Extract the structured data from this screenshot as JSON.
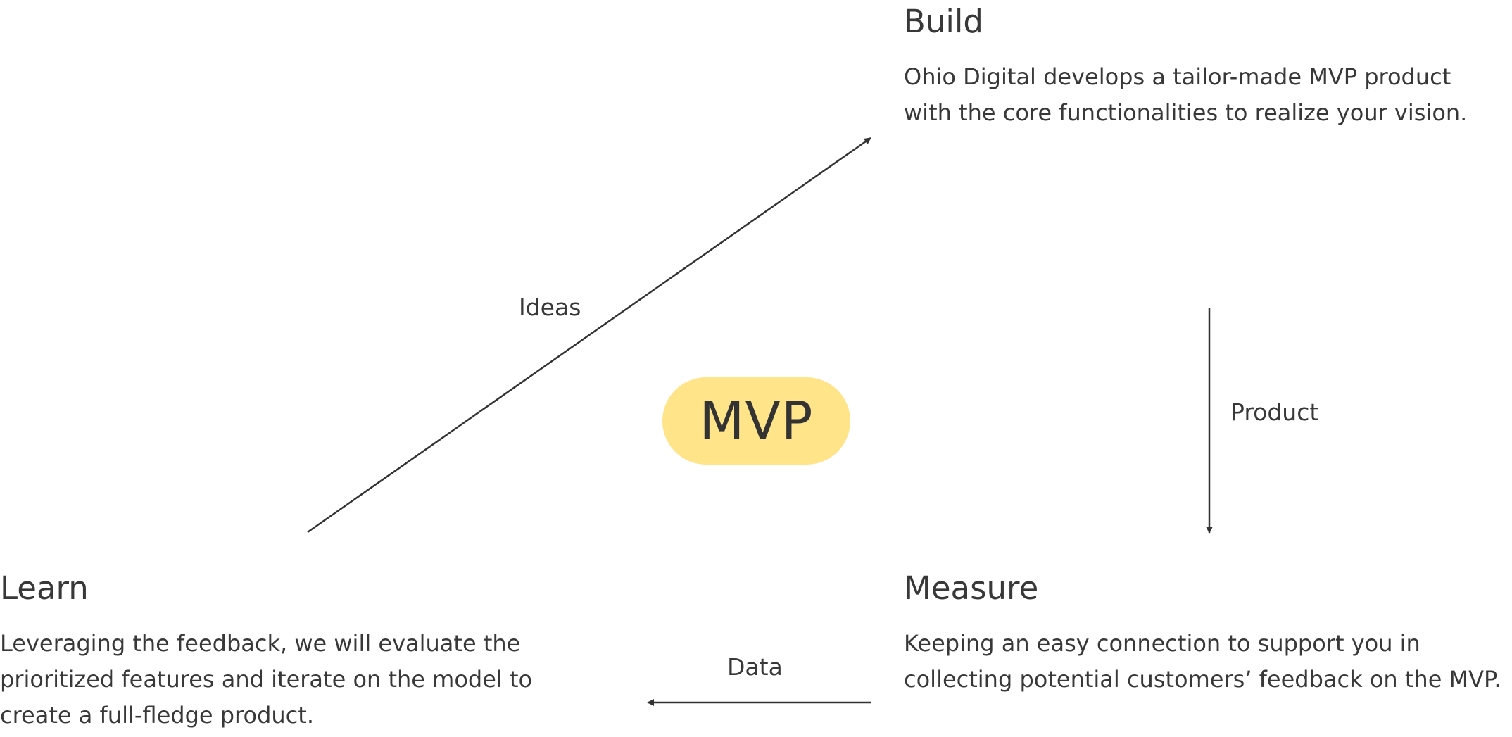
{
  "colors": {
    "text": "#383838",
    "arrow": "#333333",
    "mvp_fill": "#FFE48A"
  },
  "center": {
    "label": "MVP"
  },
  "stages": {
    "build": {
      "title": "Build",
      "description": "Ohio Digital develops a tailor-made MVP product with the core functionalities to realize your vision."
    },
    "measure": {
      "title": "Measure",
      "description": "Keeping an easy connection to support you in collecting potential customers’ feedback on the MVP."
    },
    "learn": {
      "title": "Learn",
      "description": "Leveraging the feedback, we will evaluate the prioritized features and iterate on the model to create a full-fledge product."
    }
  },
  "edges": {
    "ideas": "Ideas",
    "product": "Product",
    "data": "Data"
  }
}
